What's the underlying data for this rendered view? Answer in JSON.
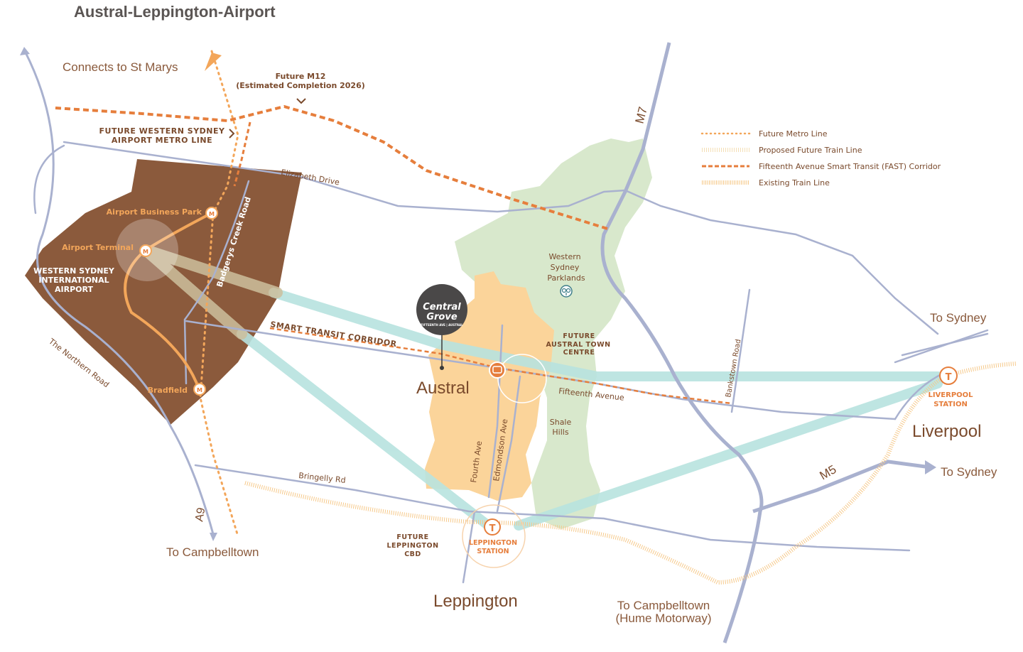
{
  "title": "Austral-Leppington-Airport",
  "colors": {
    "airport_area": "#8b5a3c",
    "austral_area": "#fbd49a",
    "parklands": "#d8e8cc",
    "road": "#a9b1cf",
    "metro_orange": "#f3a65a",
    "fast_orange": "#e67e3c",
    "teal": "#b8e3df",
    "rail": "#f6c98a",
    "text_brown": "#7a4a2c"
  },
  "legend": [
    {
      "icon": "dotted-line-icon",
      "label": "Future Metro Line"
    },
    {
      "icon": "striped-line-icon",
      "label": "Proposed Future Train Line"
    },
    {
      "icon": "dashed-line-icon",
      "label": "Fifteenth Avenue Smart Transit (FAST) Corridor"
    },
    {
      "icon": "rail-line-icon",
      "label": "Existing Train Line"
    }
  ],
  "labels": {
    "connects_st_marys": "Connects to St Marys",
    "future_m12_line1": "Future M12",
    "future_m12_line2": "(Estimated Completion 2026)",
    "airport_metro_line1": "FUTURE WESTERN SYDNEY",
    "airport_metro_line2": "AIRPORT METRO LINE",
    "elizabeth_drive": "Elizabeth Drive",
    "badgerys_creek_road": "Badgerys Creek Road",
    "airport_business_park": "Airport Business Park",
    "airport_terminal": "Airport Terminal",
    "wsi_line1": "WESTERN SYDNEY",
    "wsi_line2": "INTERNATIONAL",
    "wsi_line3": "AIRPORT",
    "bradfield": "Bradfield",
    "northern_road": "The Northern Road",
    "smart_transit": "SMART TRANSIT CORRIDOR",
    "austral": "Austral",
    "central_grove_1": "Central",
    "central_grove_2": "Grove",
    "central_grove_sub": "FIFTEENTH AVE | AUSTRAL",
    "parklands_1": "Western",
    "parklands_2": "Sydney",
    "parklands_3": "Parklands",
    "town_centre_1": "FUTURE",
    "town_centre_2": "AUSTRAL TOWN",
    "town_centre_3": "CENTRE",
    "fifteenth_avenue": "Fifteenth Avenue",
    "shale_1": "Shale",
    "shale_2": "Hills",
    "fourth_ave": "Fourth Ave",
    "edmondson_ave": "Edmondson Ave",
    "bringelly_rd": "Bringelly Rd",
    "bankstown_road": "Bankstown Road",
    "m7": "M7",
    "m5": "M5",
    "a9": "A9",
    "to_sydney_top": "To Sydney",
    "liverpool_station_1": "LIVERPOOL",
    "liverpool_station_2": "STATION",
    "liverpool": "Liverpool",
    "to_sydney_bottom": "To Sydney",
    "future_leppington_1": "FUTURE",
    "future_leppington_2": "LEPPINGTON",
    "future_leppington_3": "CBD",
    "leppington_station_1": "LEPPINGTON",
    "leppington_station_2": "STATION",
    "leppington": "Leppington",
    "to_campbelltown": "To Campbelltown",
    "to_campbelltown_hume_1": "To Campbelltown",
    "to_campbelltown_hume_2": "(Hume Motorway)",
    "metro_m": "M",
    "train_t": "T"
  }
}
